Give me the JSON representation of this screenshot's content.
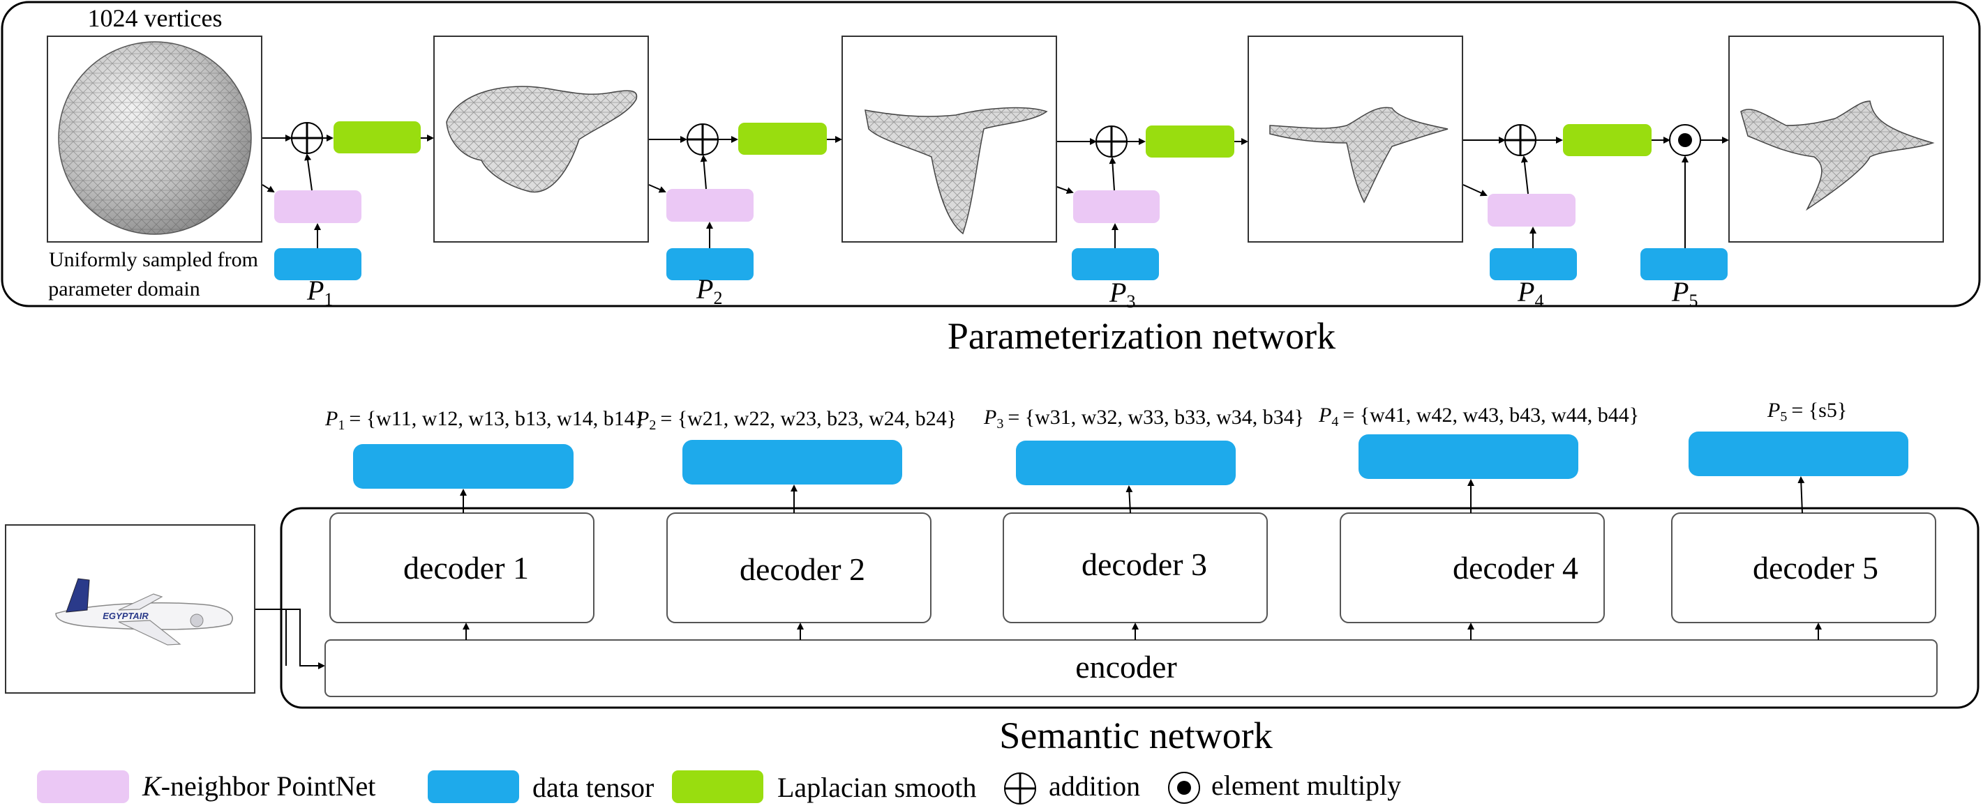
{
  "colors": {
    "pointnet": "#ebc8f5",
    "data_tensor": "#1eaaeb",
    "laplacian": "#99dd0f",
    "line": "#000000",
    "mesh_fill": "#cccccc"
  },
  "parameterization": {
    "title": "Parameterization network",
    "sphere_caption_top": "1024 vertices",
    "sphere_caption_line1": "Uniformly sampled from",
    "sphere_caption_line2": "parameter domain",
    "p_labels": [
      {
        "base": "P",
        "sub": "1"
      },
      {
        "base": "P",
        "sub": "2"
      },
      {
        "base": "P",
        "sub": "3"
      },
      {
        "base": "P",
        "sub": "4"
      },
      {
        "base": "P",
        "sub": "5"
      }
    ],
    "op_symbols": [
      "addition-icon",
      "addition-icon",
      "addition-icon",
      "addition-icon",
      "element-multiply-icon"
    ]
  },
  "semantic": {
    "title": "Semantic network",
    "encoder_label": "encoder",
    "decoders": [
      "decoder 1",
      "decoder 2",
      "decoder 3",
      "decoder 4",
      "decoder 5"
    ],
    "formulas": [
      {
        "p": "P",
        "psub": "1",
        "body": "= {w11, w12, w13, b13, w14, b14}"
      },
      {
        "p": "P",
        "psub": "2",
        "body": "= {w21, w22, w23, b23, w24, b24}"
      },
      {
        "p": "P",
        "psub": "3",
        "body": "= {w31, w32, w33, b33, w34, b34}"
      },
      {
        "p": "P",
        "psub": "4",
        "body": "= {w41, w42, w43, b43, w44, b44}"
      },
      {
        "p": "P",
        "psub": "5",
        "body": "= {s5}"
      }
    ],
    "airplane_livery": "EGYPTAIR"
  },
  "legend": {
    "pointnet": "K-neighbor PointNet",
    "data_tensor": "data tensor",
    "laplacian": "Laplacian smooth",
    "addition": "addition",
    "multiply": "element multiply"
  }
}
